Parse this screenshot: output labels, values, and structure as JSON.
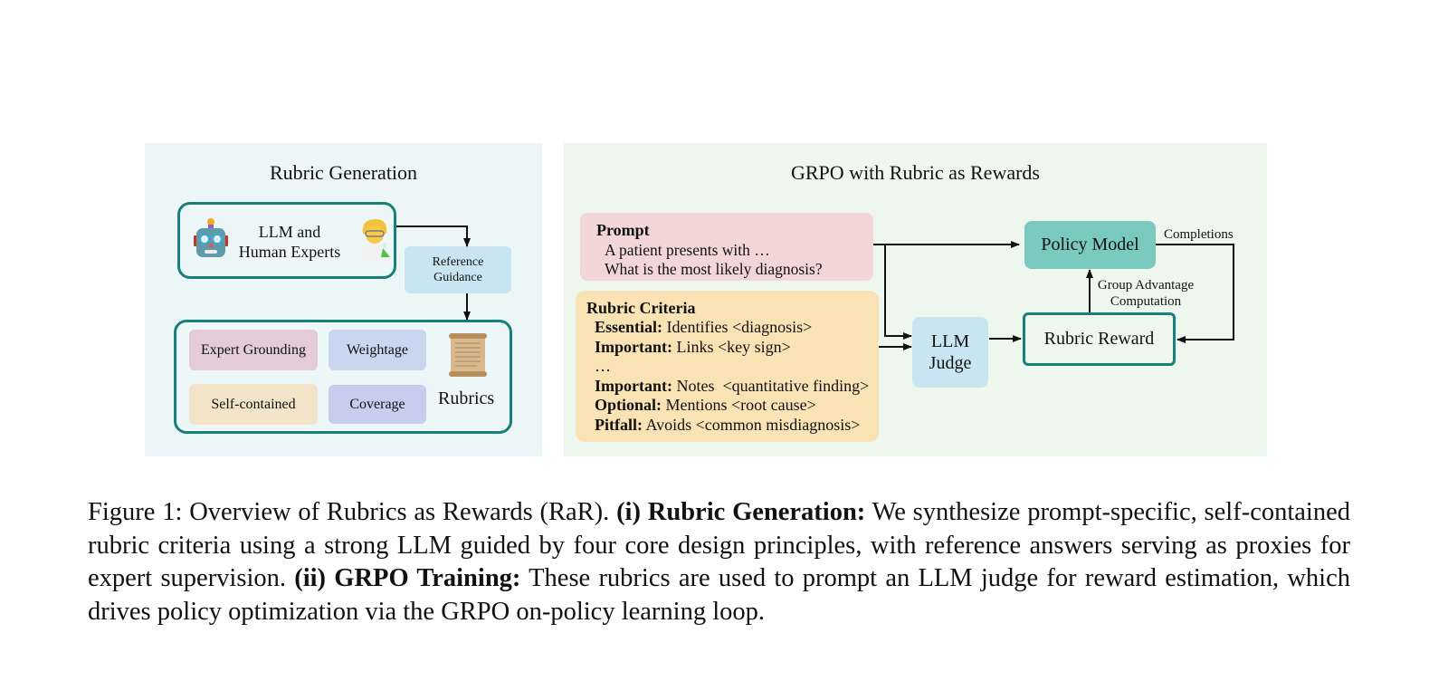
{
  "left_panel": {
    "title": "Rubric Generation",
    "source_box": {
      "line1": "LLM and",
      "line2": "Human Experts",
      "left_icon": "robot-icon",
      "right_icon": "scientist-icon"
    },
    "reference_box": {
      "line1": "Reference",
      "line2": "Guidance"
    },
    "principles": [
      {
        "label": "Expert Grounding",
        "color": "#e3ccd7"
      },
      {
        "label": "Weightage",
        "color": "#c9d6ef"
      },
      {
        "label": "Self-contained",
        "color": "#f2e3c9"
      },
      {
        "label": "Coverage",
        "color": "#c6cdef"
      }
    ],
    "rubrics_label": "Rubrics",
    "rubrics_icon": "scroll-icon"
  },
  "right_panel": {
    "title": "GRPO with Rubric as Rewards",
    "prompt_box": {
      "heading": "Prompt",
      "lines": [
        "A patient presents with …",
        "What is the most likely diagnosis?"
      ],
      "color": "#f3d7d7"
    },
    "rubric_box": {
      "heading": "Rubric Criteria",
      "color": "#f9e3b5",
      "items": [
        {
          "key": "Essential:",
          "text": " Identifies <diagnosis>"
        },
        {
          "key": "Important:",
          "text": " Links <key sign>"
        },
        {
          "key": "",
          "text": "…"
        },
        {
          "key": "Important:",
          "text": " Notes  <quantitative finding>"
        },
        {
          "key": "Optional:",
          "text": " Mentions <root cause>"
        },
        {
          "key": "Pitfall:",
          "text": " Avoids <common misdiagnosis>"
        }
      ]
    },
    "judge_box": {
      "line1": "LLM",
      "line2": "Judge",
      "color": "#c9e5f2"
    },
    "policy_box": {
      "label": "Policy Model",
      "color": "#79c9bf"
    },
    "reward_box": {
      "label": "Rubric Reward"
    },
    "edge_labels": {
      "completions": "Completions",
      "advantage_line1": "Group Advantage",
      "advantage_line2": "Computation"
    }
  },
  "caption": {
    "prefix": "Figure 1: Overview of Rubrics as Rewards (RaR). ",
    "part1_bold": "(i) Rubric Generation:",
    "part1_text": " We synthesize prompt-specific, self-contained rubric criteria using a strong LLM guided by four core design principles, with reference answers serving as proxies for expert supervision. ",
    "part2_bold": "(ii) GRPO Training:",
    "part2_text": " These rubrics are used to prompt an LLM judge for reward estimation, which drives policy optimization via the GRPO on-policy learning loop."
  },
  "colors": {
    "teal_border": "#16807a",
    "left_panel_bg": "#edf6f7",
    "right_panel_bg": "#eef7ee",
    "reference_bg": "#c9e5f2"
  }
}
